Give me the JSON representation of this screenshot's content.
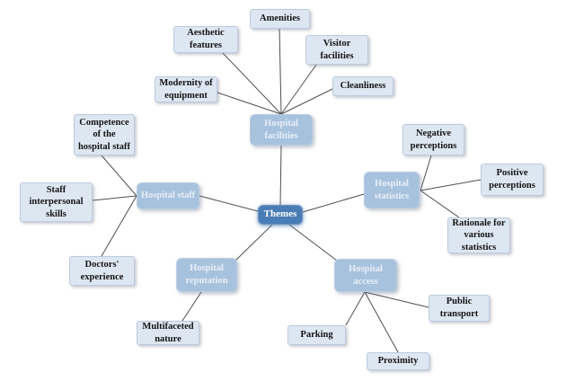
{
  "nodes": {
    "themes": "Themes",
    "facilities": "Hospital\nfacilities",
    "staff": "Hospital staff",
    "statistics": "Hospital\nstatistics",
    "reputation": "Hospital\nreputation",
    "access": "Hospital\naccess",
    "amenities": "Amenities",
    "aesthetic": "Aesthetic\nfeatures",
    "visitor": "Visitor\nfacilities",
    "modernity": "Modernity of\nequipment",
    "cleanliness": "Cleanliness",
    "competence": "Competence\nof the\nhospital staff",
    "interpersonal": "Staff\ninterpersonal\nskills",
    "doctors": "Doctors'\nexperience",
    "negative": "Negative\nperceptions",
    "positive": "Positive\nperceptions",
    "rationale": "Rationale for\nvarious\nstatistics",
    "multifaceted": "Multifaceted\nnature",
    "parking": "Parking",
    "proximity": "Proximity",
    "public_transport": "Public\ntransport"
  },
  "structure": {
    "center": "Themes",
    "branches": [
      {
        "theme": "Hospital facilities",
        "subthemes": [
          "Amenities",
          "Aesthetic features",
          "Visitor facilities",
          "Modernity of equipment",
          "Cleanliness"
        ]
      },
      {
        "theme": "Hospital staff",
        "subthemes": [
          "Competence of the hospital staff",
          "Staff interpersonal skills",
          "Doctors' experience"
        ]
      },
      {
        "theme": "Hospital statistics",
        "subthemes": [
          "Negative perceptions",
          "Positive perceptions",
          "Rationale for various statistics"
        ]
      },
      {
        "theme": "Hospital reputation",
        "subthemes": [
          "Multifaceted nature"
        ]
      },
      {
        "theme": "Hospital access",
        "subthemes": [
          "Parking",
          "Proximity",
          "Public transport"
        ]
      }
    ]
  },
  "colors": {
    "hub_fill": "#4a7cb5",
    "hub_text": "#ffffff",
    "category_fill": "#a7c2dd",
    "category_text": "#e9eff7",
    "leaf_fill": "#dde7f2",
    "leaf_border": "#bccadf",
    "leaf_text": "#141414",
    "line": "#4f4f4f"
  }
}
